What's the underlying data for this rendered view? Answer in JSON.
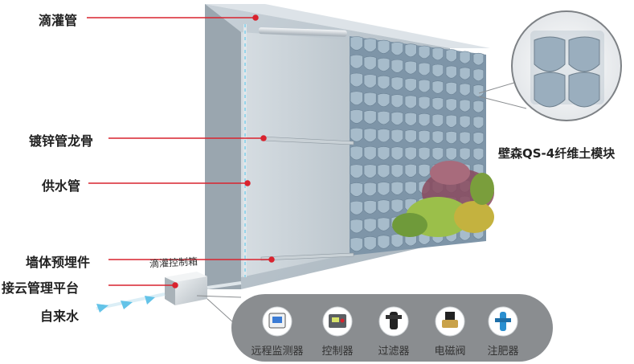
{
  "labels": {
    "drip_pipe": "滴灌管",
    "keel": "镀锌管龙骨",
    "supply_pipe": "供水管",
    "embedded_part": "墙体预埋件",
    "cloud_platform": "接云管理平台",
    "tap_water": "自来水",
    "drip_control_box": "滴灌控制箱",
    "module_name": "壁森QS-4纤维土模块"
  },
  "devices": [
    {
      "label": "远程监测器",
      "icon": "remote-monitor-icon"
    },
    {
      "label": "控制器",
      "icon": "controller-icon"
    },
    {
      "label": "过滤器",
      "icon": "filter-icon"
    },
    {
      "label": "电磁阀",
      "icon": "solenoid-valve-icon"
    },
    {
      "label": "注肥器",
      "icon": "fertilizer-injector-icon"
    }
  ],
  "colors": {
    "callout_red": "#d9232e",
    "wall_gray": "#b9c4cc",
    "module_blue": "#8ea3b5",
    "water_arrow": "#63c3e8",
    "tray_gray": "#8a8d90"
  }
}
